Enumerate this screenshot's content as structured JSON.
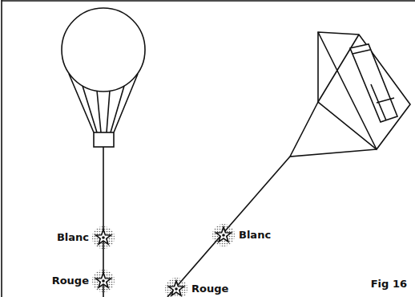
{
  "diagram": {
    "caption": "Fig 16",
    "labels": [
      "Blanc",
      "Rouge",
      "Blanc",
      "Rouge"
    ]
  }
}
